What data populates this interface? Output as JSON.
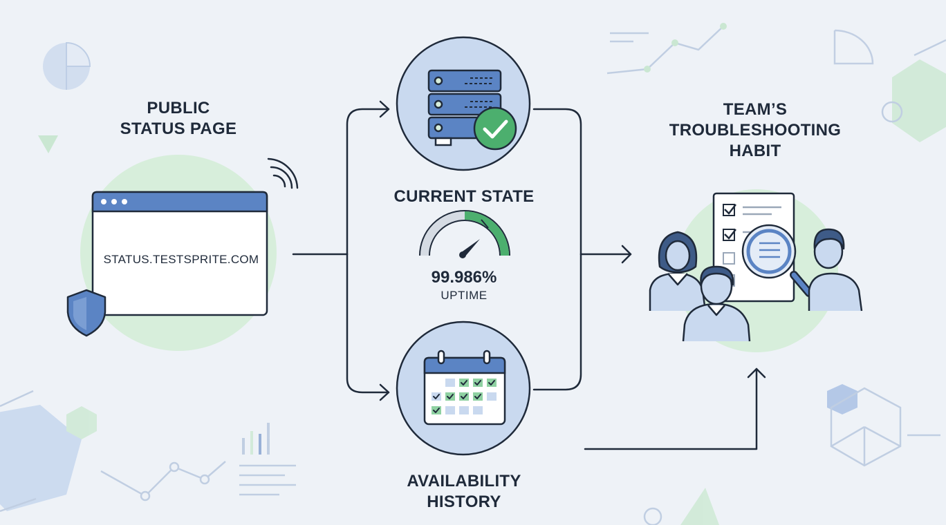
{
  "nodes": {
    "status_page": {
      "title_line1": "PUBLIC",
      "title_line2": "STATUS PAGE",
      "url": "STATUS.TESTSPRITE.COM"
    },
    "current_state": {
      "title": "CURRENT STATE",
      "uptime_value": "99.986%",
      "uptime_label": "UPTIME"
    },
    "availability": {
      "title_line1": "AVAILABILITY",
      "title_line2": "HISTORY"
    },
    "team": {
      "title_line1": "TEAM’S",
      "title_line2": "TROUBLESHOOTING",
      "title_line3": "HABIT"
    }
  },
  "colors": {
    "background": "#eef2f7",
    "stroke": "#1f2a3a",
    "blue_fill": "#c9d9ef",
    "blue_accent": "#5b84c4",
    "green_halo": "#d7eedb",
    "green_accent": "#4caf6e"
  },
  "icons": [
    "browser-window-icon",
    "shield-icon",
    "wifi-signal-icon",
    "server-rack-icon",
    "check-badge-icon",
    "gauge-icon",
    "calendar-icon",
    "checklist-icon",
    "magnifier-icon",
    "people-icon"
  ]
}
